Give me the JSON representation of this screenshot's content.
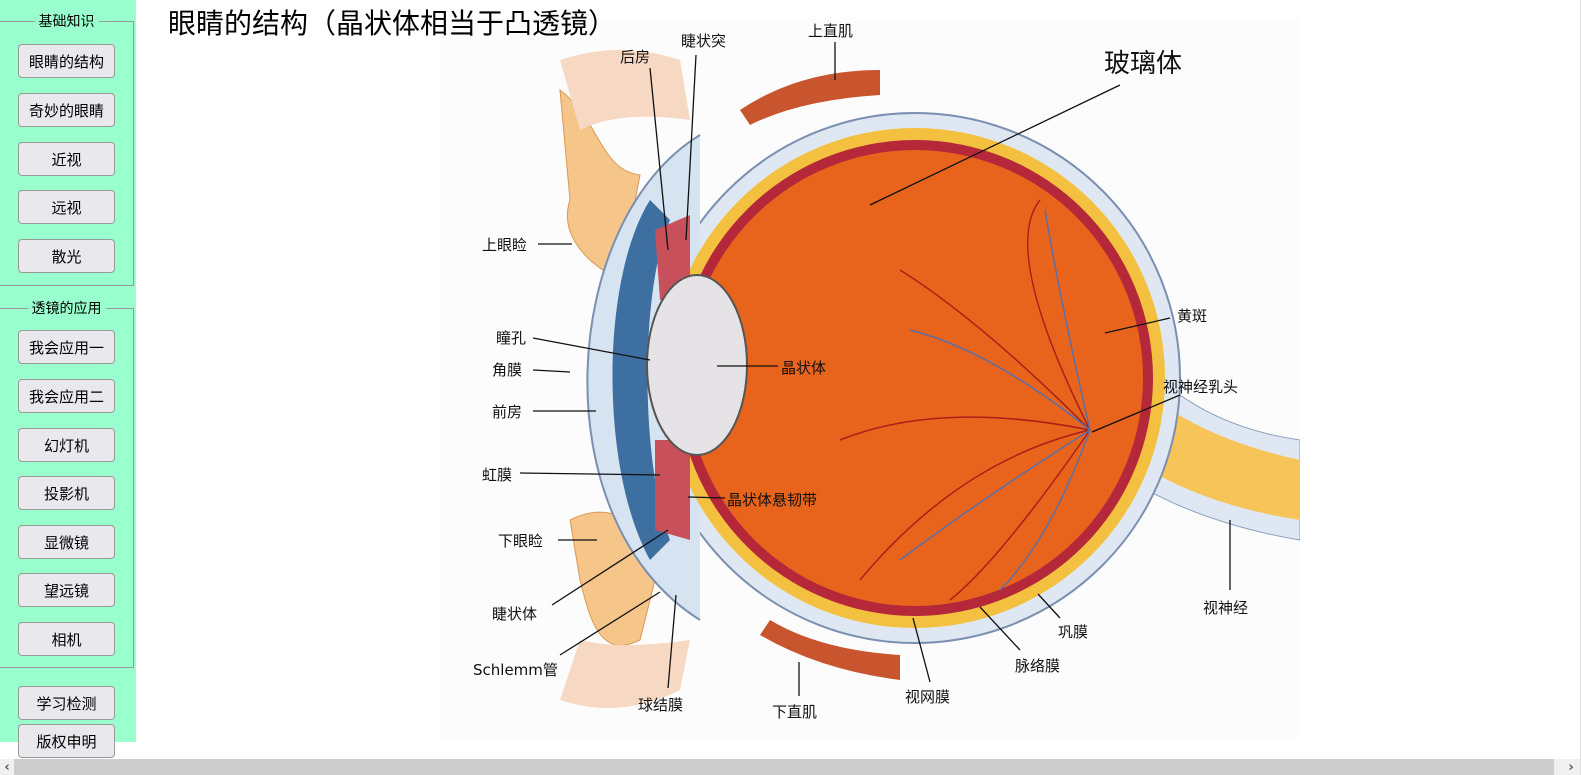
{
  "title": "眼睛的结构（晶状体相当于凸透镜）",
  "sidebar": {
    "groups": [
      {
        "legend": "基础知识",
        "items": [
          "眼睛的结构",
          "奇妙的眼睛",
          "近视",
          "远视",
          "散光"
        ]
      },
      {
        "legend": "透镜的应用",
        "items": [
          "我会应用一",
          "我会应用二",
          "幻灯机",
          "投影机",
          "显微镜",
          "望远镜",
          "相机"
        ]
      },
      {
        "legend": "",
        "items": [
          "学习检测",
          "版权申明"
        ]
      }
    ]
  },
  "diagram": {
    "labels": [
      "后房",
      "睫状突",
      "上直肌",
      "玻璃体",
      "上眼睑",
      "黄斑",
      "瞳孔",
      "晶状体",
      "视神经乳头",
      "角膜",
      "前房",
      "虹膜",
      "晶状体悬韧带",
      "下眼睑",
      "视神经",
      "睫状体",
      "巩膜",
      "脉络膜",
      "Schlemm管",
      "视网膜",
      "球结膜",
      "下直肌"
    ]
  },
  "colors": {
    "sidebar": "#99ffcc",
    "vitreous": "#e8641c",
    "sclera": "#dfe8f2",
    "choroid": "#b5283a",
    "retina": "#f6c040"
  }
}
